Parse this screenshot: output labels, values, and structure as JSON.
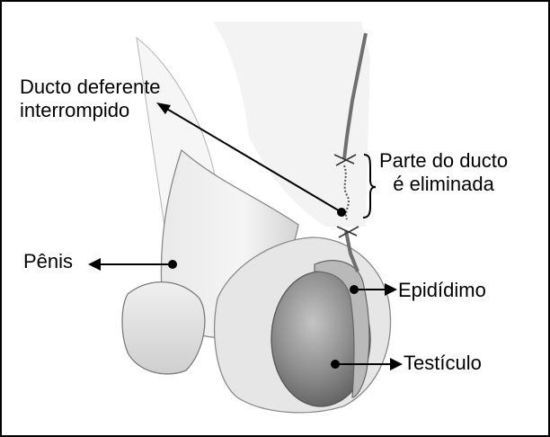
{
  "labels": {
    "ducto_line1": "Ducto deferente",
    "ducto_line2": "interrompido",
    "parte_line1": "Parte do ducto",
    "parte_line2": "é eliminada",
    "penis": "Pênis",
    "epididimo": "Epidídimo",
    "testiculo": "Testículo"
  },
  "colors": {
    "line": "#000000",
    "skin_light": "#f2f2f2",
    "skin_mid": "#d9d9d9",
    "skin_dark": "#a8a8a8",
    "testis_dark": "#6f6f6f",
    "testis_mid": "#a6a6a6"
  }
}
